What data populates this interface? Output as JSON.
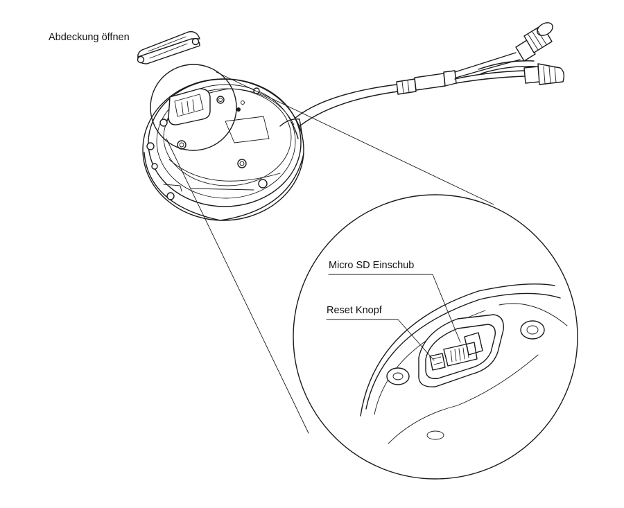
{
  "labels": {
    "cover": "Abdeckung öffnen",
    "microsd": "Micro SD Einschub",
    "reset": "Reset Knopf"
  }
}
